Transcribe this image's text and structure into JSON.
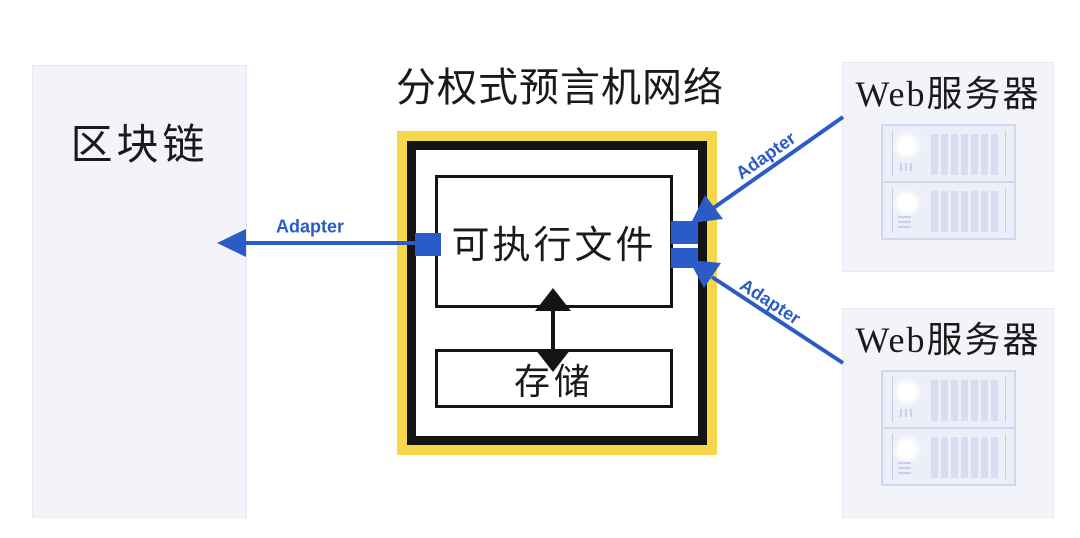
{
  "colors": {
    "accent_blue": "#2b5bc7",
    "frame_yellow": "#f6d74a",
    "ink_black": "#141414",
    "panel_fill": "#f3f4f9"
  },
  "blockchain": {
    "label": "区块链"
  },
  "oracle_network": {
    "title": "分权式预言机网络",
    "executable_label": "可执行文件",
    "storage_label": "存储"
  },
  "adapters": {
    "left": "Adapter",
    "top_right": "Adapter",
    "bottom_right": "Adapter"
  },
  "web_servers": [
    {
      "label": "Web服务器"
    },
    {
      "label": "Web服务器"
    }
  ]
}
